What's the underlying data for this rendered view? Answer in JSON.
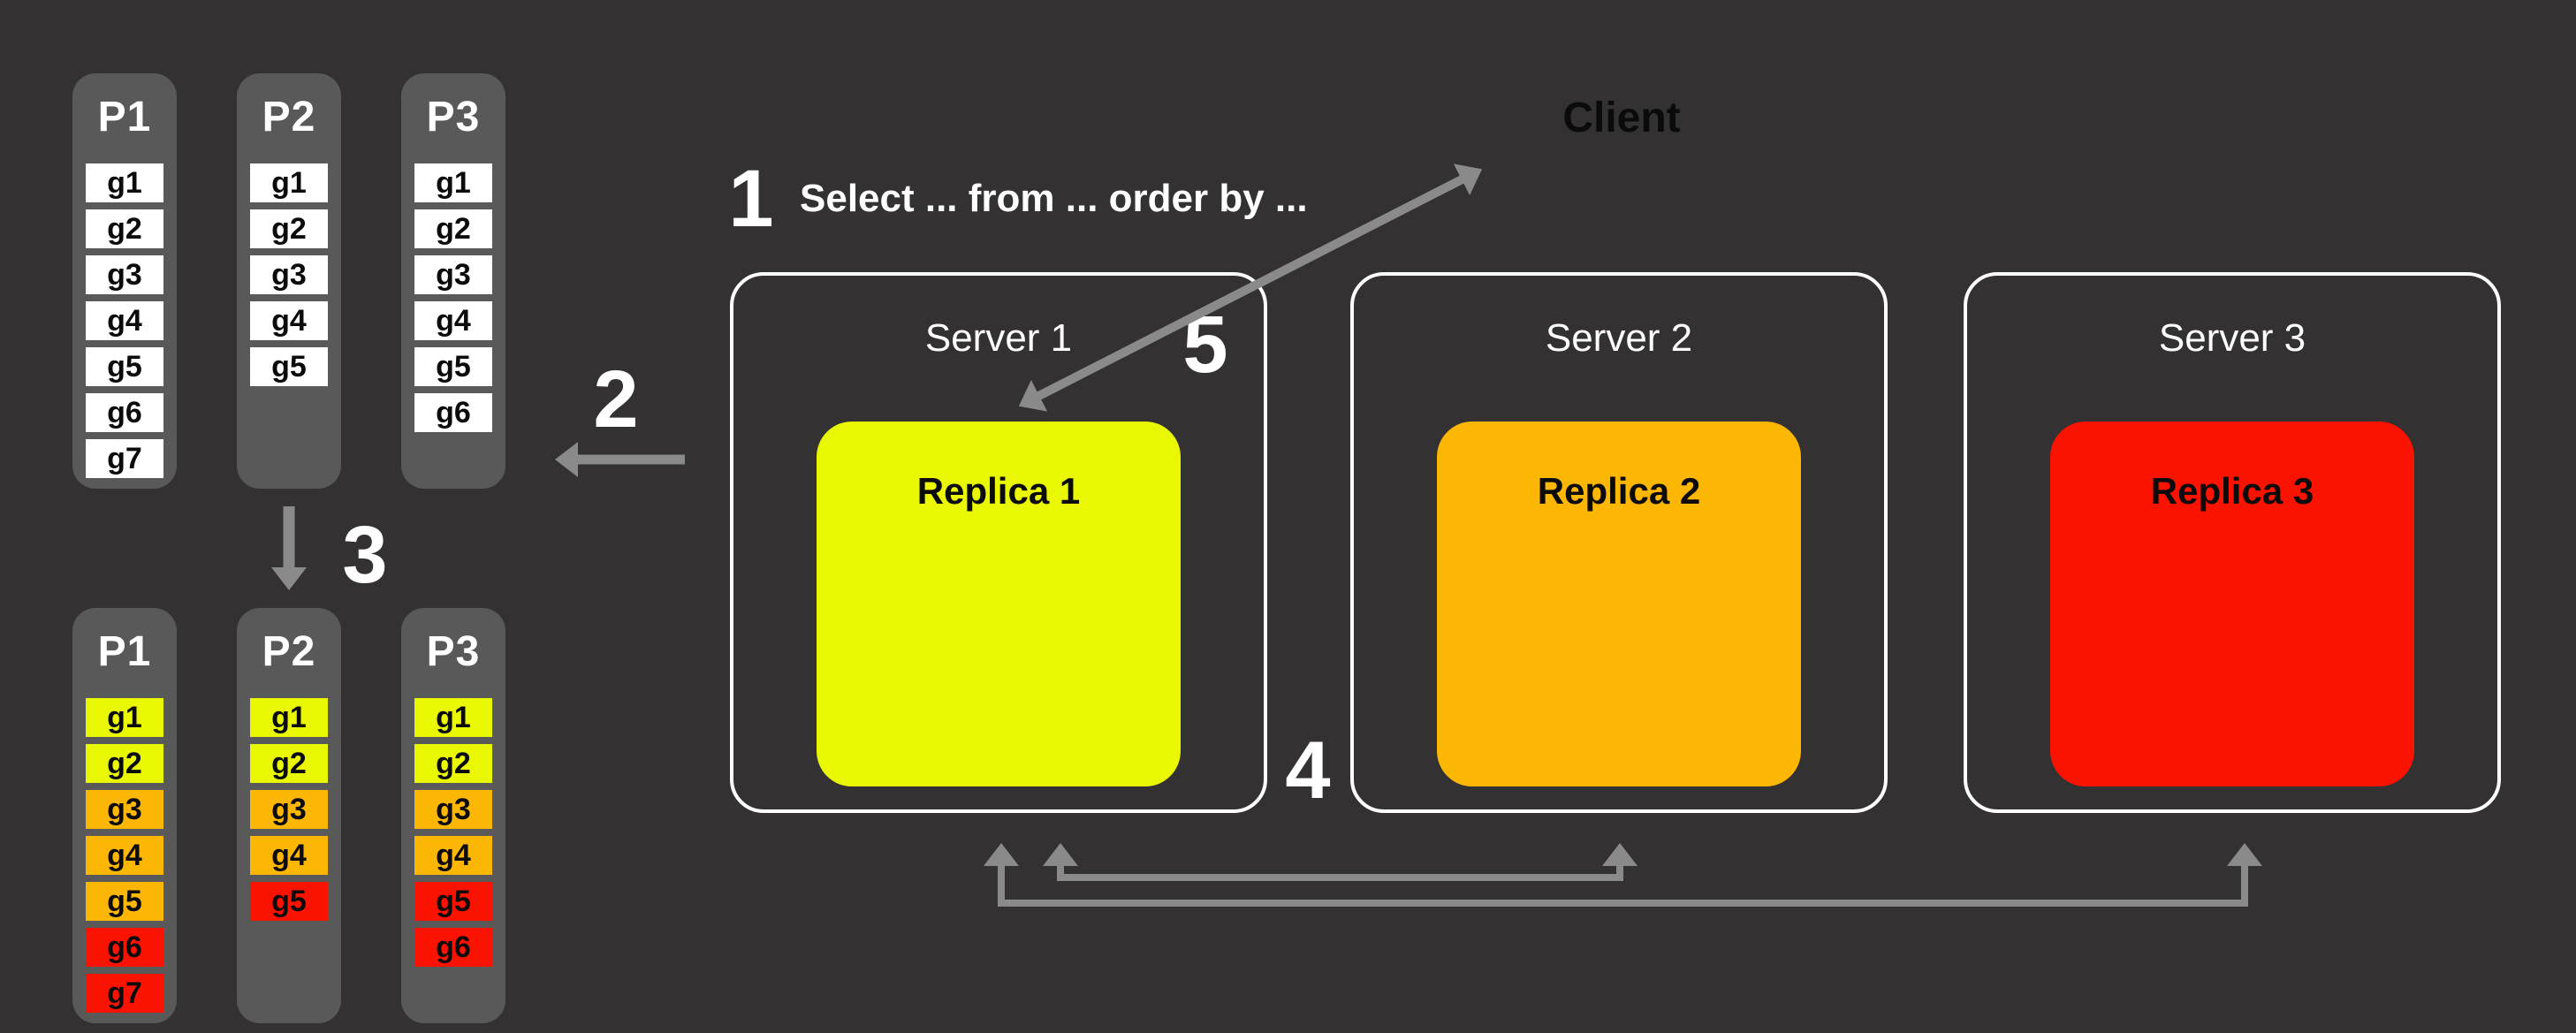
{
  "colors": {
    "background": "#333132",
    "panel_gray": "#595959",
    "white": "#ffffff",
    "yellow": "#e9f802",
    "orange": "#fcb705",
    "red": "#fb1302",
    "arrow_gray": "#8a8a8a",
    "text_dark": "#0b0b0b"
  },
  "steps": {
    "step1": {
      "number": "1",
      "query": "Select ... from ... order by ..."
    },
    "step2": {
      "number": "2"
    },
    "step3": {
      "number": "3"
    },
    "step4": {
      "number": "4"
    },
    "step5": {
      "number": "5"
    }
  },
  "client": {
    "label": "Client"
  },
  "servers": [
    {
      "name": "Server 1",
      "replica": {
        "label": "Replica 1",
        "color": "yellow"
      }
    },
    {
      "name": "Server 2",
      "replica": {
        "label": "Replica 2",
        "color": "orange"
      }
    },
    {
      "name": "Server 3",
      "replica": {
        "label": "Replica 3",
        "color": "red"
      }
    }
  ],
  "partitions_top": [
    {
      "name": "P1",
      "cells": [
        {
          "label": "g1",
          "color": "white"
        },
        {
          "label": "g2",
          "color": "white"
        },
        {
          "label": "g3",
          "color": "white"
        },
        {
          "label": "g4",
          "color": "white"
        },
        {
          "label": "g5",
          "color": "white"
        },
        {
          "label": "g6",
          "color": "white"
        },
        {
          "label": "g7",
          "color": "white"
        }
      ]
    },
    {
      "name": "P2",
      "cells": [
        {
          "label": "g1",
          "color": "white"
        },
        {
          "label": "g2",
          "color": "white"
        },
        {
          "label": "g3",
          "color": "white"
        },
        {
          "label": "g4",
          "color": "white"
        },
        {
          "label": "g5",
          "color": "white"
        }
      ]
    },
    {
      "name": "P3",
      "cells": [
        {
          "label": "g1",
          "color": "white"
        },
        {
          "label": "g2",
          "color": "white"
        },
        {
          "label": "g3",
          "color": "white"
        },
        {
          "label": "g4",
          "color": "white"
        },
        {
          "label": "g5",
          "color": "white"
        },
        {
          "label": "g6",
          "color": "white"
        }
      ]
    }
  ],
  "partitions_bottom": [
    {
      "name": "P1",
      "cells": [
        {
          "label": "g1",
          "color": "yellow"
        },
        {
          "label": "g2",
          "color": "yellow"
        },
        {
          "label": "g3",
          "color": "orange"
        },
        {
          "label": "g4",
          "color": "orange"
        },
        {
          "label": "g5",
          "color": "orange"
        },
        {
          "label": "g6",
          "color": "red"
        },
        {
          "label": "g7",
          "color": "red"
        }
      ]
    },
    {
      "name": "P2",
      "cells": [
        {
          "label": "g1",
          "color": "yellow"
        },
        {
          "label": "g2",
          "color": "yellow"
        },
        {
          "label": "g3",
          "color": "orange"
        },
        {
          "label": "g4",
          "color": "orange"
        },
        {
          "label": "g5",
          "color": "red"
        }
      ]
    },
    {
      "name": "P3",
      "cells": [
        {
          "label": "g1",
          "color": "yellow"
        },
        {
          "label": "g2",
          "color": "yellow"
        },
        {
          "label": "g3",
          "color": "orange"
        },
        {
          "label": "g4",
          "color": "orange"
        },
        {
          "label": "g5",
          "color": "red"
        },
        {
          "label": "g6",
          "color": "red"
        }
      ]
    }
  ]
}
